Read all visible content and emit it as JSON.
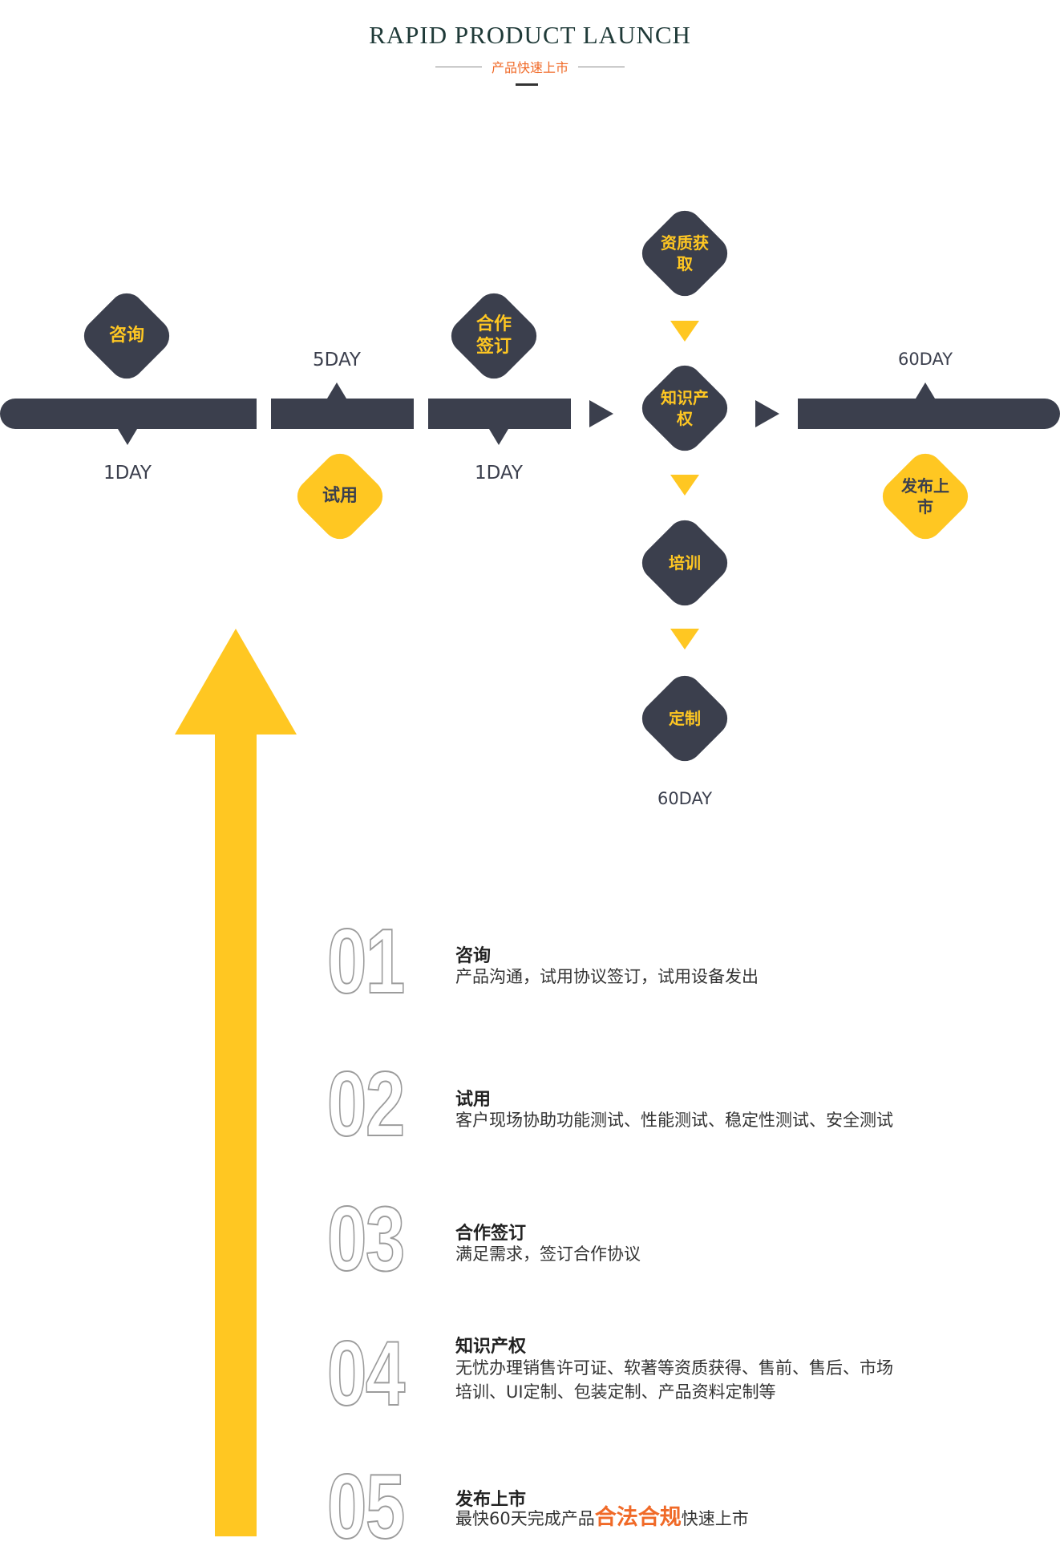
{
  "header": {
    "title": "RAPID PRODUCT LAUNCH",
    "subtitle": "产品快速上市"
  },
  "timeline": {
    "consult": "咨询",
    "trial": "试用",
    "contract": "合作签订",
    "qualification": "资质获取",
    "ip": "知识产权",
    "training": "培训",
    "custom": "定制",
    "release": "发布上市",
    "day_consult": "1DAY",
    "day_trial": "5DAY",
    "day_contract": "1DAY",
    "day_custom": "60DAY",
    "day_release": "60DAY"
  },
  "steps": [
    {
      "num": "01",
      "title": "咨询",
      "desc": "产品沟通，试用协议签订，试用设备发出"
    },
    {
      "num": "02",
      "title": "试用",
      "desc": "客户现场协助功能测试、性能测试、稳定性测试、安全测试"
    },
    {
      "num": "03",
      "title": "合作签订",
      "desc": "满足需求，签订合作协议"
    },
    {
      "num": "04",
      "title": "知识产权",
      "desc_line1": "无忧办理销售许可证、软著等资质获得、售前、售后、市场",
      "desc_line2": "培训、UI定制、包装定制、产品资料定制等"
    },
    {
      "num": "05",
      "title": "发布上市",
      "desc_pre": "最快60天完成产品",
      "desc_highlight": "合法合规",
      "desc_post": "快速上市"
    }
  ],
  "colors": {
    "dark": "#3b3f4d",
    "yellow": "#ffc722",
    "accent": "#f06a28"
  }
}
